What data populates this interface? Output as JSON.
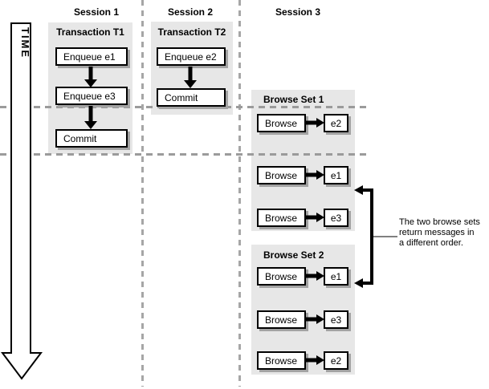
{
  "colors": {
    "panel": "#e7e7e7",
    "dashed_line": "#a6a6a6",
    "box_shadow": "#a3a3a3",
    "ink": "#000000"
  },
  "time_axis": {
    "label": "TIME"
  },
  "sessions": [
    {
      "label": "Session 1"
    },
    {
      "label": "Session 2"
    },
    {
      "label": "Session 3"
    }
  ],
  "transaction_t1": {
    "title": "Transaction T1",
    "steps": [
      "Enqueue e1",
      "Enqueue e3",
      "Commit"
    ]
  },
  "transaction_t2": {
    "title": "Transaction T2",
    "steps": [
      "Enqueue e2",
      "Commit"
    ]
  },
  "browse_set_1": {
    "title": "Browse Set 1",
    "rows": [
      {
        "action": "Browse",
        "message": "e2"
      },
      {
        "action": "Browse",
        "message": "e1"
      },
      {
        "action": "Browse",
        "message": "e3"
      }
    ]
  },
  "browse_set_2": {
    "title": "Browse Set 2",
    "rows": [
      {
        "action": "Browse",
        "message": "e1"
      },
      {
        "action": "Browse",
        "message": "e3"
      },
      {
        "action": "Browse",
        "message": "e2"
      }
    ]
  },
  "annotation": {
    "lines": [
      "The two browse sets",
      "return messages in",
      "a different order."
    ]
  }
}
